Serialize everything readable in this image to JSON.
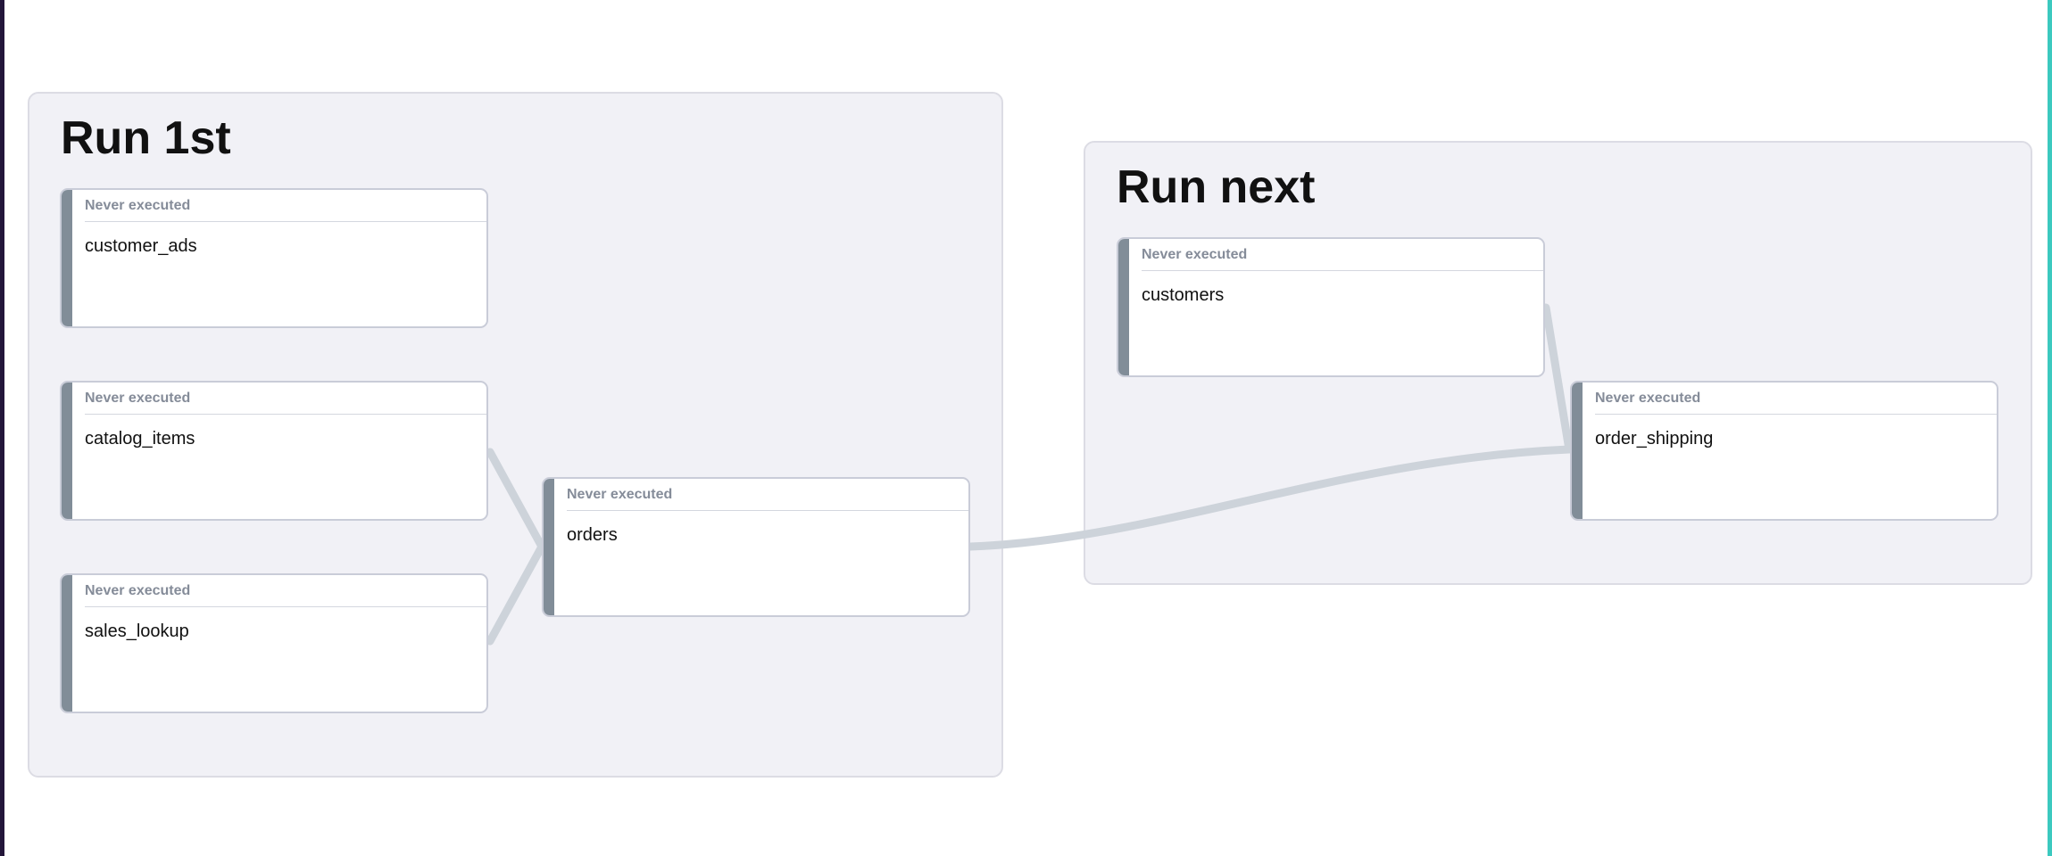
{
  "colors": {
    "group_background": "#f1f1f6",
    "group_border": "#dcdce4",
    "node_border": "#c9ccd8",
    "node_accent_bar": "#818d98",
    "edge": "#cdd3da",
    "status_text": "#858c99"
  },
  "groups": [
    {
      "title": "Run 1st"
    },
    {
      "title": "Run next"
    }
  ],
  "nodes": [
    {
      "status": "Never executed",
      "name": "customer_ads"
    },
    {
      "status": "Never executed",
      "name": "catalog_items"
    },
    {
      "status": "Never executed",
      "name": "sales_lookup"
    },
    {
      "status": "Never executed",
      "name": "orders"
    },
    {
      "status": "Never executed",
      "name": "customers"
    },
    {
      "status": "Never executed",
      "name": "order_shipping"
    }
  ],
  "edges": [
    {
      "from": "catalog_items",
      "to": "orders"
    },
    {
      "from": "sales_lookup",
      "to": "orders"
    },
    {
      "from": "orders",
      "to": "order_shipping"
    },
    {
      "from": "customers",
      "to": "order_shipping"
    }
  ]
}
